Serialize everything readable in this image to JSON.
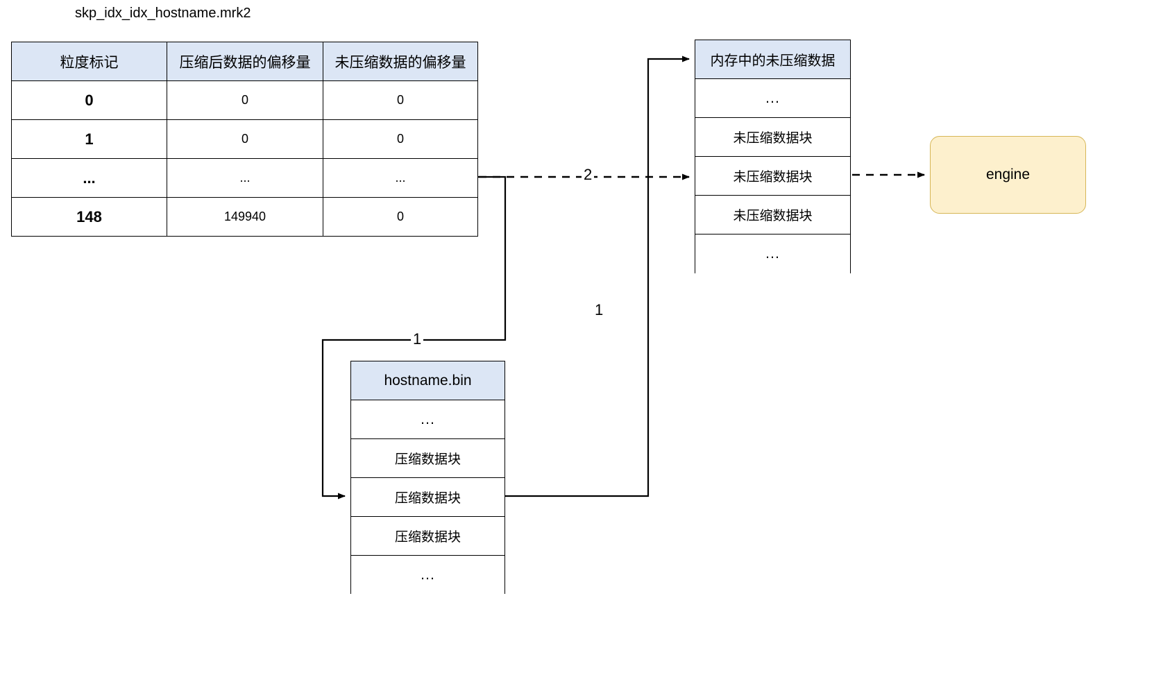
{
  "title": "skp_idx_idx_hostname.mrk2",
  "colors": {
    "header_fill": "#dce6f5",
    "header_stroke": "#6c8ebf",
    "engine_fill": "#fdf0cd",
    "engine_stroke": "#d6b656",
    "line": "#000000"
  },
  "mark_table": {
    "columns": [
      "粒度标记",
      "压缩后数据的偏移量",
      "未压缩数据的偏移量"
    ],
    "rows": [
      [
        "0",
        "0",
        "0"
      ],
      [
        "1",
        "0",
        "0"
      ],
      [
        "...",
        "...",
        "..."
      ],
      [
        "148",
        "149940",
        "0"
      ]
    ]
  },
  "memory_box": {
    "title": "内存中的未压缩数据",
    "rows": [
      "...",
      "未压缩数据块",
      "未压缩数据块",
      "未压缩数据块",
      "..."
    ]
  },
  "binfile_box": {
    "title": "hostname.bin",
    "rows": [
      "...",
      "压缩数据块",
      "压缩数据块",
      "压缩数据块",
      "..."
    ]
  },
  "engine": {
    "label": "engine"
  },
  "edges": {
    "mark_to_bin": "1",
    "mark_to_memory": "2",
    "bin_to_memory": "1"
  }
}
